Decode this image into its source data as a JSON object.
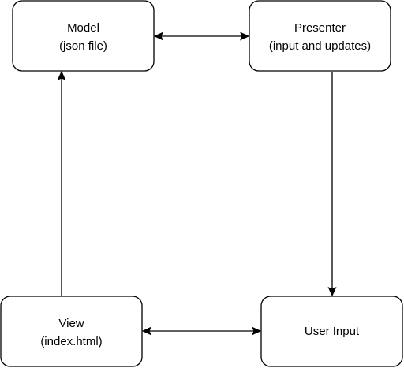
{
  "nodes": {
    "model": {
      "line1": "Model",
      "line2": "(json file)"
    },
    "presenter": {
      "line1": "Presenter",
      "line2": "(input and updates)"
    },
    "view": {
      "line1": "View",
      "line2": "(index.html)"
    },
    "user_input": {
      "line1": "User Input"
    }
  },
  "edges": [
    {
      "from": "model",
      "to": "presenter",
      "direction": "both"
    },
    {
      "from": "presenter",
      "to": "user_input",
      "direction": "forward"
    },
    {
      "from": "view",
      "to": "model",
      "direction": "forward"
    },
    {
      "from": "view",
      "to": "user_input",
      "direction": "both"
    }
  ],
  "colors": {
    "stroke": "#000000",
    "fill": "#ffffff",
    "text": "#000000"
  }
}
